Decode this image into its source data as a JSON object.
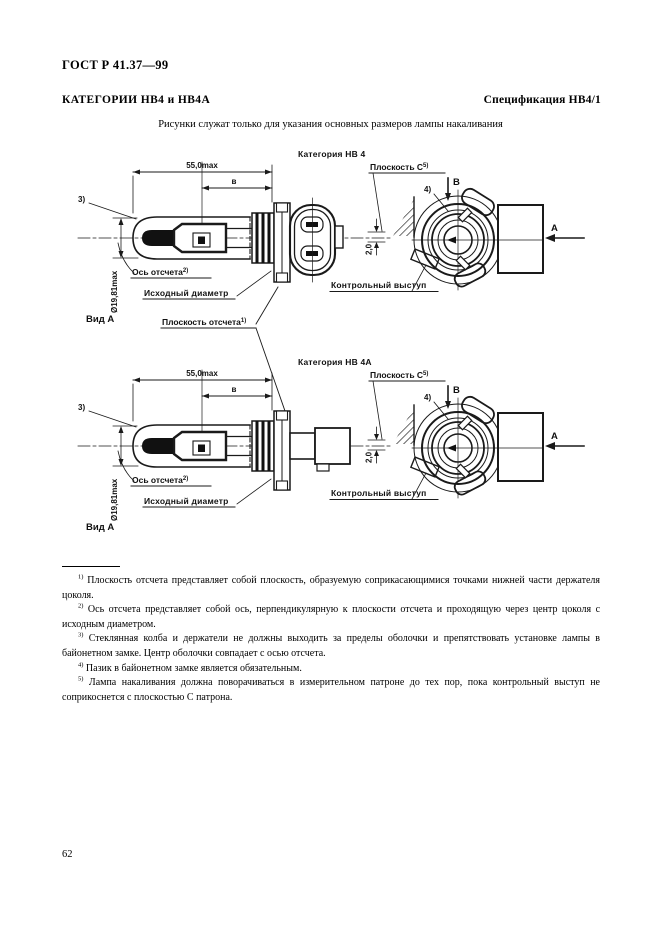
{
  "page": {
    "doc_number": "ГОСТ Р 41.37—99",
    "categories_heading": "КАТЕГОРИИ НВ4 и НВ4А",
    "spec_heading": "Спецификация НВ4/1",
    "subtitle": "Рисунки служат только для указания основных размеров лампы накаливания",
    "page_number": "62"
  },
  "shared": {
    "reference_plane_label": "Плоскость отсчета",
    "reference_plane_sup": "1)"
  },
  "figures": [
    {
      "category": "Категория НВ 4",
      "labels": {
        "length_max": "55,0max",
        "e_dim": "в",
        "note_3": "3)",
        "note_4": "4)",
        "axis_label": "Ось отсчета",
        "axis_sup": "2)",
        "initial_diameter": "Исходный диаметр",
        "bulb_diameter": "Ø19,81max",
        "view_a": "Вид А",
        "plane_c": "Плоскость С",
        "plane_c_sup": "5)",
        "control_tab": "Контрольный выступ",
        "offset_dim": "2,0",
        "arrow_a": "А",
        "arrow_b": "В"
      }
    },
    {
      "category": "Категория НВ 4А",
      "labels": {
        "length_max": "55,0max",
        "e_dim": "в",
        "note_3": "3)",
        "note_4": "4)",
        "axis_label": "Ось отсчета",
        "axis_sup": "2)",
        "initial_diameter": "Исходный диаметр",
        "bulb_diameter": "Ø19,81max",
        "view_a": "Вид А",
        "plane_c": "Плоскость С",
        "plane_c_sup": "5)",
        "control_tab": "Контрольный выступ",
        "offset_dim": "2,0",
        "arrow_a": "А",
        "arrow_b": "В"
      }
    }
  ],
  "footnotes": [
    {
      "sup": "1)",
      "text": "Плоскость отсчета представляет собой плоскость, образуемую соприкасающимися точками нижней части держателя цоколя."
    },
    {
      "sup": "2)",
      "text": "Ось отсчета представляет собой ось, перпендикулярную к плоскости отсчета и проходящую через центр цоколя с исходным диаметром."
    },
    {
      "sup": "3)",
      "text": "Стеклянная колба и держатели не должны выходить за пределы оболочки и  препятствовать установке лампы в  байонетном замке. Центр оболочки совпадает с осью отсчета."
    },
    {
      "sup": "4)",
      "text": "Пазик в байонетном замке является обязательным."
    },
    {
      "sup": "5)",
      "text": "Лампа накаливания должна поворачиваться в измерительном патроне до тех пор, пока контрольный выступ не соприкоснется с плоскостью С патрона."
    }
  ]
}
